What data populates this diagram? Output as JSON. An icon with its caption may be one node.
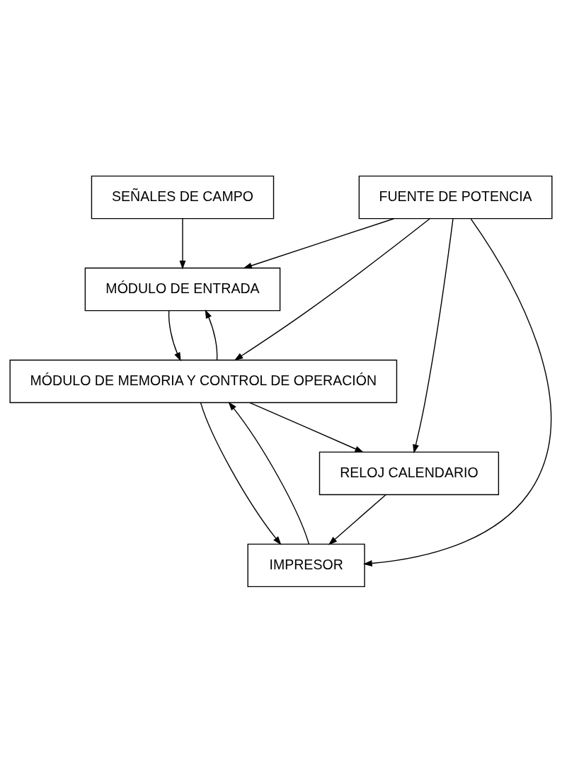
{
  "diagram": {
    "nodes": [
      {
        "text": [
          "SEÑALES DE CAMPO"
        ]
      },
      {
        "text": [
          "MÓDULO DE ENTRADA"
        ]
      },
      {
        "text": [
          "MÓDULO DE MEMORIA Y CONTROL DE OPERACIÓN"
        ]
      },
      {
        "text": [
          "FUENTE DE POTENCIA"
        ]
      },
      {
        "text": [
          "RELOJ CALENDARIO"
        ]
      },
      {
        "text": [
          "IMPRESOR"
        ]
      }
    ],
    "edges": [
      {
        "from": 0,
        "to": 1,
        "arrow": "to"
      },
      {
        "from": 1,
        "to": 2,
        "arrow": "to"
      },
      {
        "from": 2,
        "to": 1,
        "arrow": "to"
      },
      {
        "from": 3,
        "to": 1,
        "arrow": "to"
      },
      {
        "from": 3,
        "to": 2,
        "arrow": "to"
      },
      {
        "from": 2,
        "to": 5,
        "arrow": "to"
      },
      {
        "from": 5,
        "to": 2,
        "arrow": "to"
      },
      {
        "from": 2,
        "to": 4,
        "arrow": "to"
      },
      {
        "from": 4,
        "to": 5,
        "arrow": "to"
      },
      {
        "from": 3,
        "to": 5,
        "arrow": "to"
      },
      {
        "from": 3,
        "to": 4,
        "arrow": "to"
      }
    ]
  }
}
